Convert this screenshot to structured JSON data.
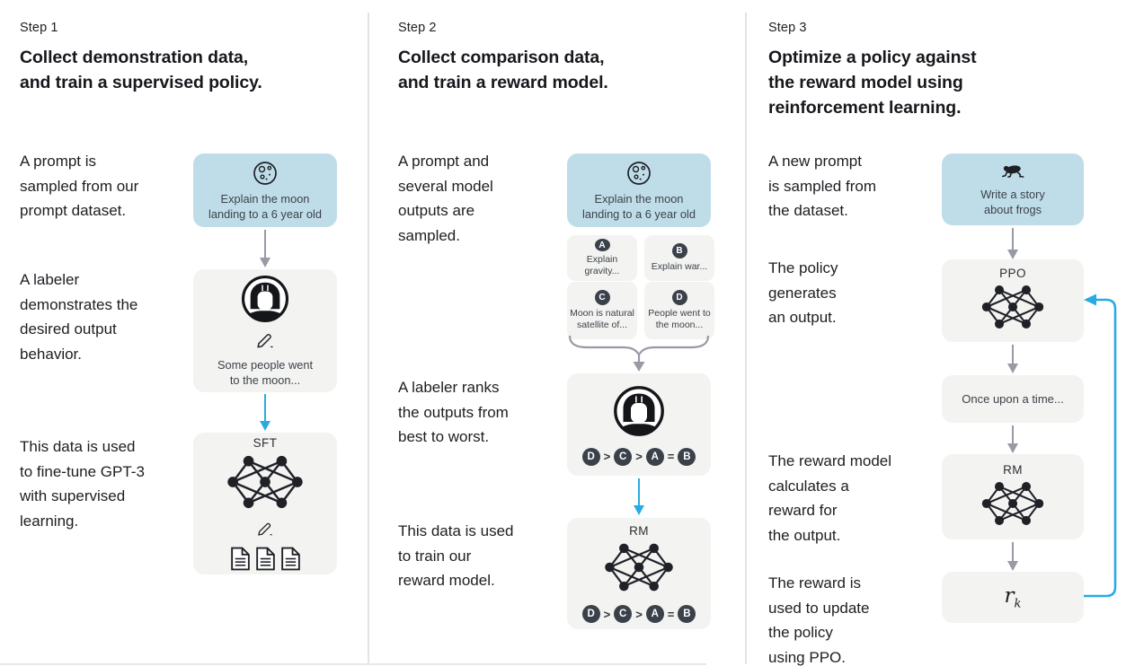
{
  "colors": {
    "prompt_box_blue": "#bfdde9",
    "model_box_gray": "#f3f3f1",
    "arrow_gray": "#989aa5",
    "arrow_blue": "#29abe2",
    "badge_dark": "#3b414b",
    "text_dark": "#202123"
  },
  "icons": {
    "moon": "moon-with-craters outline",
    "frog": "frog silhouette",
    "labeler": "person avatar with bob haircut",
    "pencil": "pencil outline",
    "documents": "three document pages",
    "network": "neural-network node graph"
  },
  "step1": {
    "label": "Step 1",
    "heading": "Collect demonstration data,\nand train a supervised policy.",
    "caption_prompt": "A prompt is\nsampled from our\nprompt dataset.",
    "caption_labeler": "A labeler\ndemonstrates the\ndesired output\nbehavior.",
    "caption_data": "This data is used\nto fine-tune GPT-3\nwith supervised\nlearning.",
    "prompt_box": {
      "text": "Explain the moon\nlanding to a 6 year old"
    },
    "labeler_box": {
      "text": "Some people went\nto the moon..."
    },
    "model_box": {
      "title": "SFT"
    }
  },
  "step2": {
    "label": "Step 2",
    "heading": "Collect comparison data,\nand train a reward model.",
    "caption_prompt": "A prompt and\nseveral model\noutputs are\nsampled.",
    "caption_labeler": "A labeler ranks\nthe outputs from\nbest to worst.",
    "caption_data": "This data is used\nto train our\nreward model.",
    "prompt_box": {
      "text": "Explain the moon\nlanding to a 6 year old"
    },
    "outputs": [
      {
        "letter": "A",
        "text": "Explain gravity..."
      },
      {
        "letter": "B",
        "text": "Explain war..."
      },
      {
        "letter": "C",
        "text": "Moon is natural\nsatellite of..."
      },
      {
        "letter": "D",
        "text": "People went to\nthe moon..."
      }
    ],
    "ranking": [
      {
        "t": "D"
      },
      {
        "t": ">"
      },
      {
        "t": "C"
      },
      {
        "t": ">"
      },
      {
        "t": "A"
      },
      {
        "t": "="
      },
      {
        "t": "B"
      }
    ],
    "model_box": {
      "title": "RM"
    }
  },
  "step3": {
    "label": "Step 3",
    "heading": "Optimize a policy against\nthe reward model using\nreinforcement learning.",
    "caption_prompt": "A new prompt\nis sampled from\nthe dataset.",
    "caption_policy": "The policy\ngenerates\nan output.",
    "caption_reward_model": "The reward model\ncalculates a\nreward for\nthe output.",
    "caption_reward_update": "The reward is\nused to update\nthe policy\nusing PPO.",
    "prompt_box": {
      "text": "Write a story\nabout frogs"
    },
    "policy_box": {
      "title": "PPO"
    },
    "output_box": {
      "text": "Once upon a time..."
    },
    "reward_model_box": {
      "title": "RM"
    },
    "reward_box": {
      "var": "r",
      "sub": "k"
    }
  }
}
